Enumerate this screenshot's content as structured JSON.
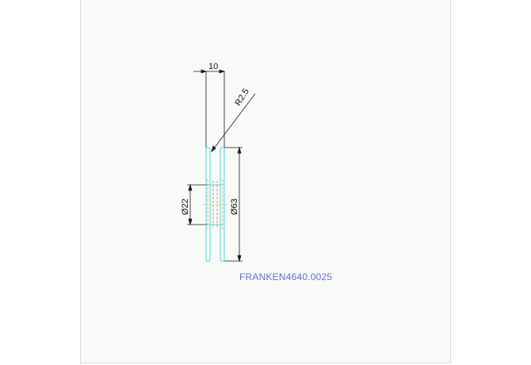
{
  "drawing": {
    "dimensions": {
      "width": "10",
      "radius": "R2.5",
      "inner_diameter": "Ø22",
      "outer_diameter": "Ø63"
    },
    "part_number": "FRANKEN4640.0025",
    "colors": {
      "outline": "#4fd6e0",
      "dimension": "#1a1a1a",
      "hidden": "#e06a6a",
      "label": "#5b6fd6",
      "paper": "#f8faf7"
    }
  }
}
